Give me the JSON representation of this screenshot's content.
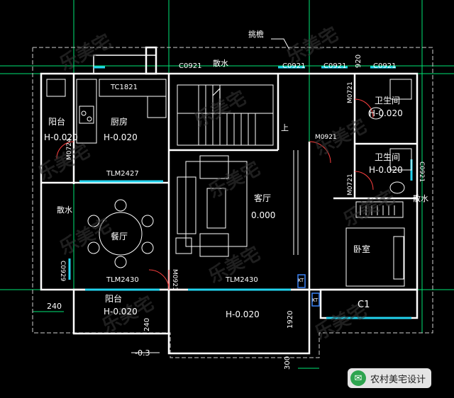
{
  "labels": {
    "trim": "挑檐",
    "window_c0921": "C0921",
    "window_920": "920",
    "sanshui": "散水",
    "door_m0721": "M0721",
    "bathroom": "卫生间",
    "h_neg_020": "H-0.020",
    "window_tc1821": "TC1821",
    "kitchen": "厨房",
    "balcony": "阳台",
    "stair_up": "上",
    "door_m0921": "M0921",
    "door_m0724": "M0724",
    "slide_tlm2427": "TLM2427",
    "living_room": "客厅",
    "elev_0000": "0.000",
    "dining_room": "餐厅",
    "bedroom": "卧室",
    "window_c0929": "C0929",
    "slide_tlm2430": "TLM2430",
    "window_c1": "C1",
    "kt": "KT",
    "dim_240": "240",
    "dim_1920": "1920",
    "dim_300": "300",
    "elev_neg_03": "-0.3"
  },
  "watermark": {
    "text": "乐美宅"
  },
  "badge": {
    "icon": "wechat-icon",
    "text": "农村美宅设计"
  },
  "colors": {
    "background": "#000000",
    "wall": "#ffffff",
    "grid": "#00e676",
    "door": "#ff4040",
    "window": "#22d3ee",
    "furniture": "#ffffff"
  }
}
